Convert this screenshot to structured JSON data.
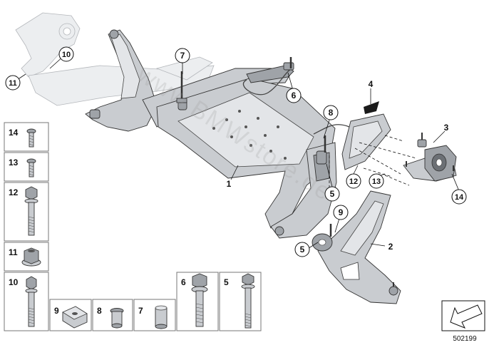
{
  "diagram": {
    "callouts": [
      {
        "id": "c1",
        "text": "1"
      },
      {
        "id": "c2",
        "text": "2"
      },
      {
        "id": "c3",
        "text": "3"
      },
      {
        "id": "c4",
        "text": "4"
      },
      {
        "id": "c5a",
        "text": "5"
      },
      {
        "id": "c5b",
        "text": "5"
      },
      {
        "id": "c6",
        "text": "6"
      },
      {
        "id": "c7",
        "text": "7"
      },
      {
        "id": "c8",
        "text": "8"
      },
      {
        "id": "c9",
        "text": "9"
      },
      {
        "id": "c10",
        "text": "10"
      },
      {
        "id": "c11",
        "text": "11"
      },
      {
        "id": "c12",
        "text": "12"
      },
      {
        "id": "c13",
        "text": "13"
      },
      {
        "id": "c14",
        "text": "14"
      }
    ],
    "legend_cells": [
      {
        "id": "l14",
        "text": "14"
      },
      {
        "id": "l13",
        "text": "13"
      },
      {
        "id": "l12",
        "text": "12"
      },
      {
        "id": "l11",
        "text": "11"
      },
      {
        "id": "l10",
        "text": "10"
      },
      {
        "id": "l9",
        "text": "9"
      },
      {
        "id": "l8",
        "text": "8"
      },
      {
        "id": "l7",
        "text": "7"
      },
      {
        "id": "l6",
        "text": "6"
      },
      {
        "id": "l5",
        "text": "5"
      }
    ],
    "watermark": "www.BMWstore.de",
    "doc_number": "502199",
    "colors": {
      "line": "#111111",
      "metal": "#c9ccd0",
      "metal_dark": "#9fa3a8",
      "ghost": "#eceef0",
      "box": "#777777"
    }
  }
}
